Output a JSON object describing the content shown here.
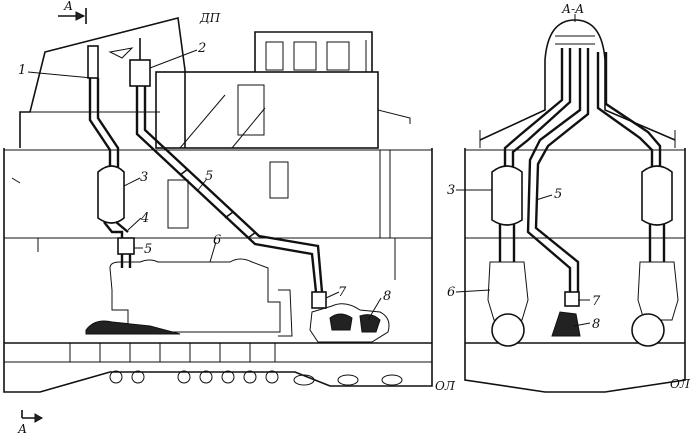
{
  "headers": {
    "section_mark": "А",
    "centerline": "ДП",
    "section_title": "А-А",
    "section_mark_bottom": "А",
    "baseline_left": "ОЛ",
    "baseline_right": "ОЛ"
  },
  "side_labels": [
    "1",
    "2",
    "3",
    "4",
    "5",
    "5",
    "6",
    "7",
    "8"
  ],
  "section_labels": [
    "3",
    "5",
    "6",
    "7",
    "8"
  ],
  "colors": {
    "ink": "#111111",
    "paper": "#ffffff"
  }
}
